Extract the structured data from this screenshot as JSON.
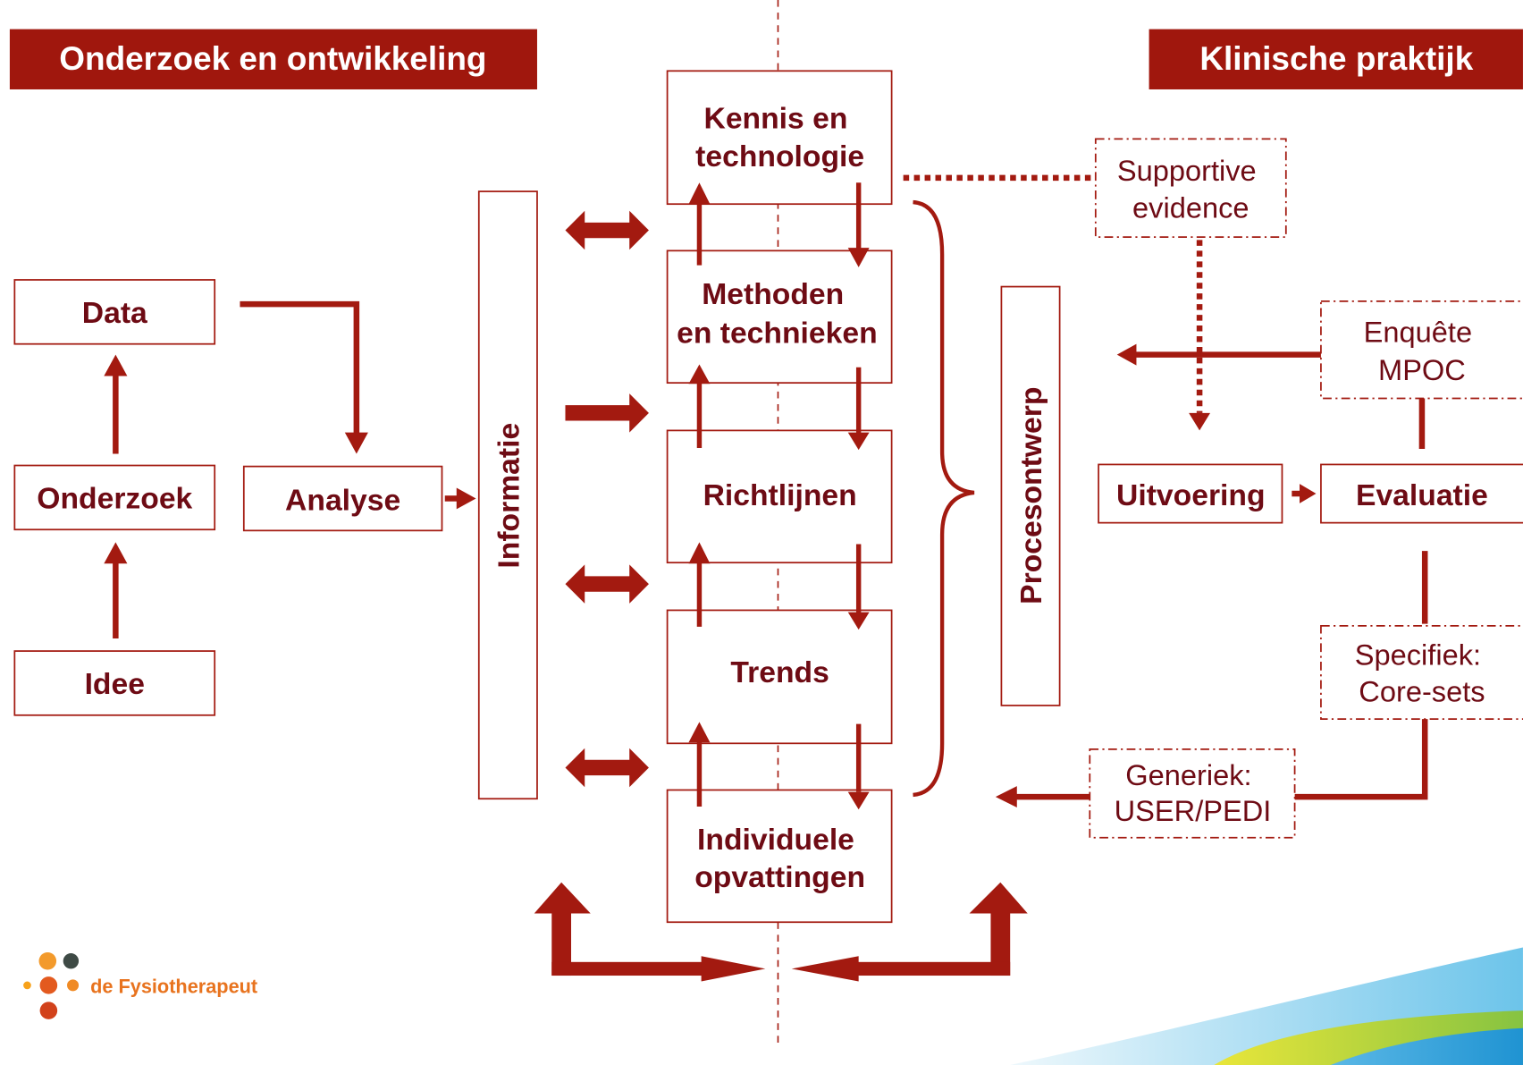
{
  "headers": {
    "left": "Onderzoek en ontwikkeling",
    "right": "Klinische praktijk"
  },
  "research": {
    "data": "Data",
    "onderzoek": "Onderzoek",
    "idee": "Idee",
    "analyse": "Analyse",
    "informatie": "Informatie"
  },
  "center": {
    "kennis": [
      "Kennis en",
      "technologie"
    ],
    "methoden": [
      "Methoden",
      "en technieken"
    ],
    "richtlijnen": "Richtlijnen",
    "trends": "Trends",
    "individuele": [
      "Individuele",
      "opvattingen"
    ]
  },
  "procesontwerp": "Procesontwerp",
  "practice": {
    "supportive": [
      "Supportive",
      "evidence"
    ],
    "enquete": [
      "Enquête",
      "MPOC"
    ],
    "uitvoering": "Uitvoering",
    "evaluatie": "Evaluatie",
    "specifiek": [
      "Specifiek:",
      "Core-sets"
    ],
    "generiek": [
      "Generiek:",
      "USER/PEDI"
    ]
  },
  "logo": {
    "text": "de Fysiotherapeut"
  },
  "colors": {
    "accent": "#A31A10",
    "header": "#A0170D",
    "text": "#6E0B14",
    "logo": "#E8731E"
  }
}
